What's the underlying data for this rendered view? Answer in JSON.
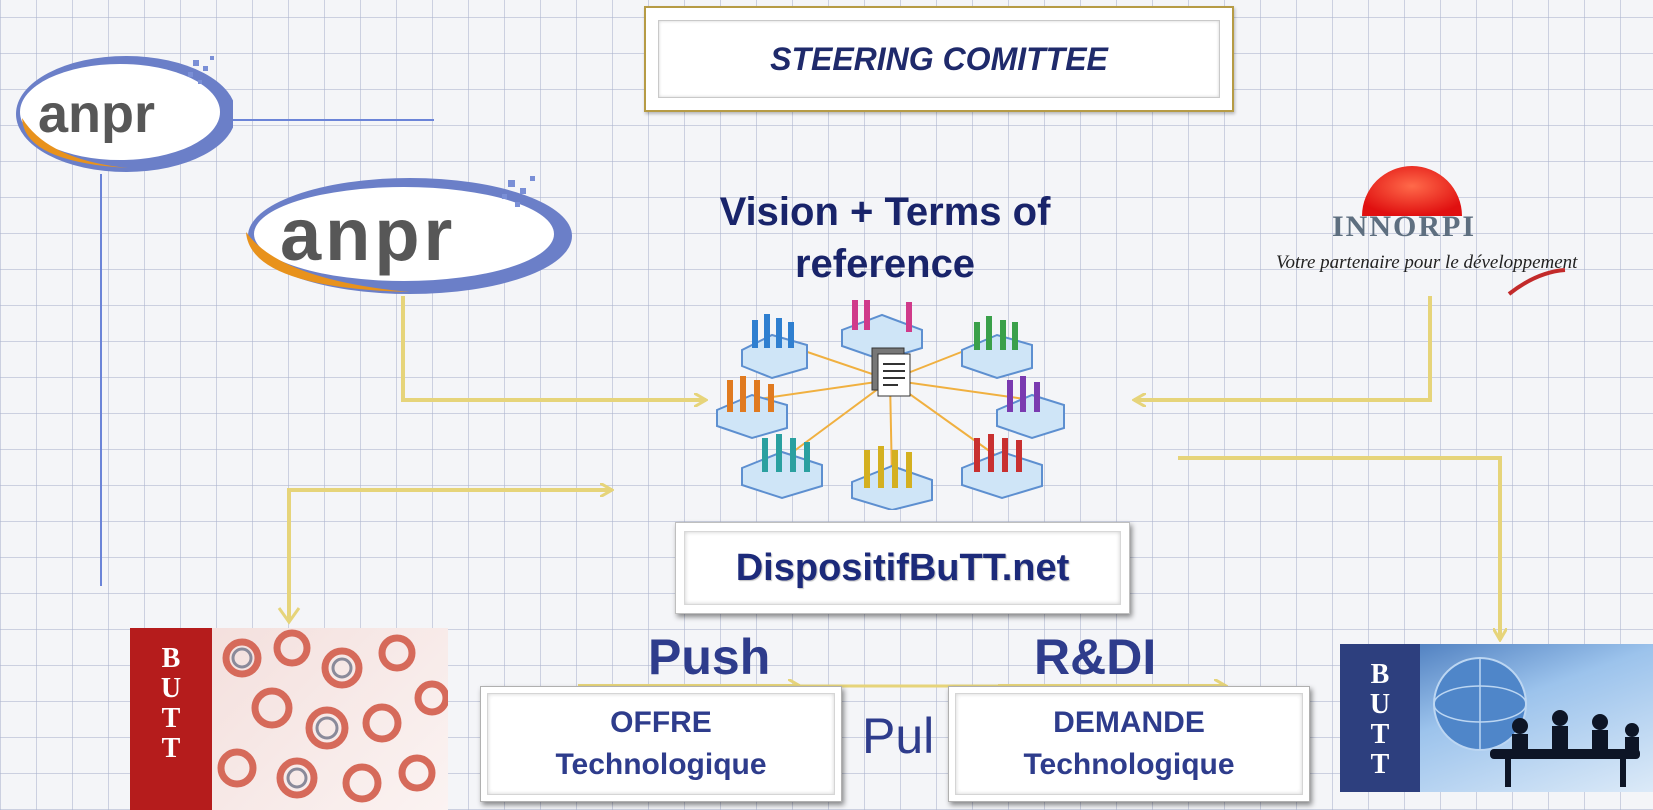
{
  "steering": {
    "title": "STEERING COMITTEE"
  },
  "vision": {
    "line1": "Vision + Terms of",
    "line2": "reference"
  },
  "dispositif": {
    "label": "DispositifBuTT.net"
  },
  "flow": {
    "push": "Push",
    "rdi": "R&DI",
    "pull": "Pul"
  },
  "offre": {
    "line1": "OFFRE",
    "line2": "Technologique"
  },
  "demande": {
    "line1": "DEMANDE",
    "line2": "Technologique"
  },
  "logos": {
    "anpr": "anpr",
    "innorpi": {
      "name": "INNORPI",
      "tagline": "Votre partenaire pour le développement"
    },
    "butt_letters": [
      "B",
      "U",
      "T",
      "T"
    ]
  },
  "colors": {
    "connector": "#e6d47a",
    "blue_line": "#6b84d8",
    "title_text": "#1f2a6b"
  }
}
